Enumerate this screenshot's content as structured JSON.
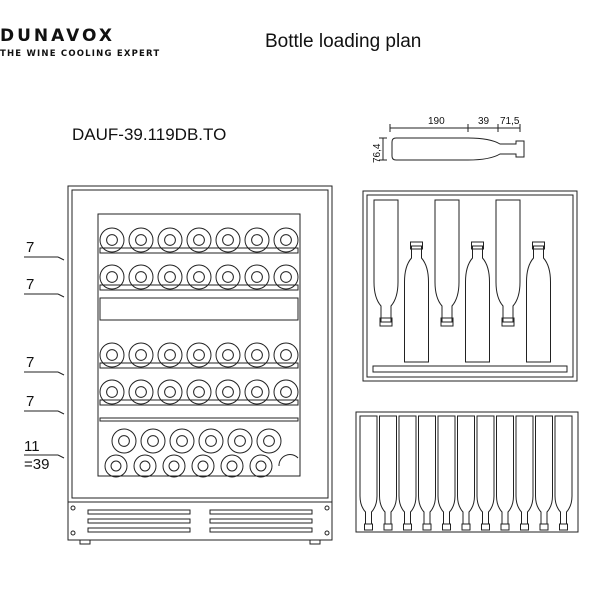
{
  "header": {
    "logo_text": "DUNAVOX",
    "logo_tagline": "THE WINE COOLING EXPERT",
    "title": "Bottle loading plan"
  },
  "model": "DAUF-39.119DB.TO",
  "bottle_dimensions": {
    "body_length": "190",
    "shoulder_length": "39",
    "neck_length": "71,5",
    "diameter": "76,4"
  },
  "shelf_counts": [
    {
      "id": "shelf-1",
      "label": "7"
    },
    {
      "id": "shelf-2",
      "label": "7"
    },
    {
      "id": "shelf-3",
      "label": "7"
    },
    {
      "id": "shelf-4",
      "label": "7"
    },
    {
      "id": "shelf-5",
      "label": "11"
    }
  ],
  "total": "=39",
  "colors": {
    "line": "#222222",
    "background": "#ffffff"
  }
}
